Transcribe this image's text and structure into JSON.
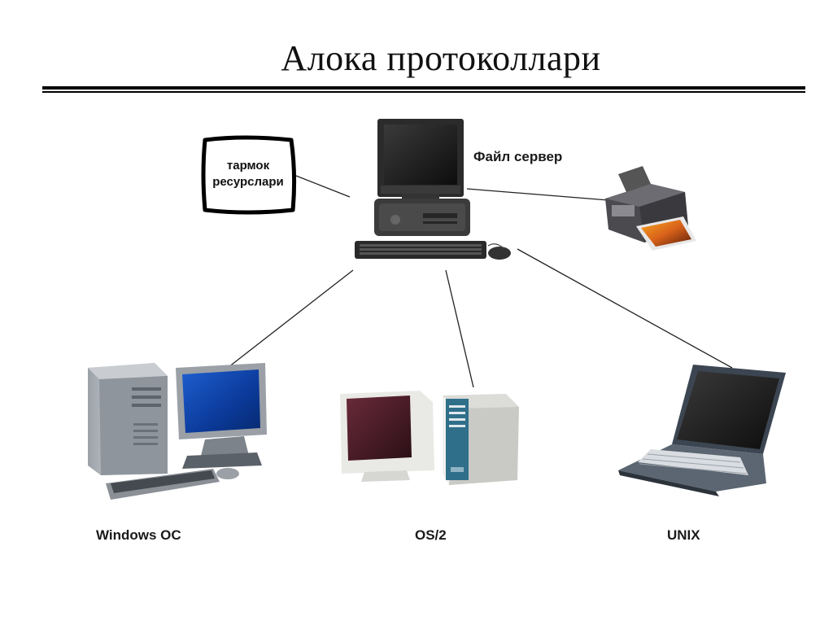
{
  "title": "Алока протоколлари",
  "network_resources": {
    "line1": "тармок",
    "line2": "ресурслари"
  },
  "file_server": {
    "label": "Файл сервер"
  },
  "clients": {
    "windows": "Windows OC",
    "os2": "OS/2",
    "unix": "UNIX"
  }
}
